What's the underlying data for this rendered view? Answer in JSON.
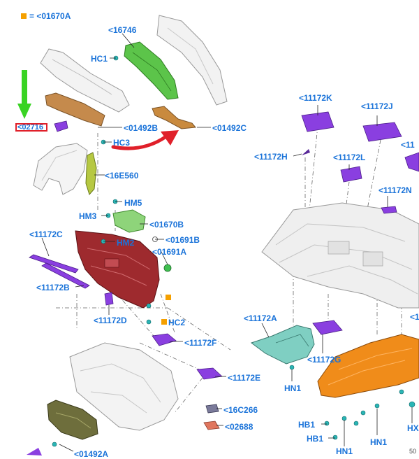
{
  "legend": {
    "color": "#f5a000",
    "text": "= <01670A"
  },
  "highlighted_part": "<02716",
  "accent": {
    "arrow_green": "#39d323",
    "arrow_red": "#e0202a",
    "label_blue": "#1a73d9"
  },
  "labels": {
    "p16746": "<16746",
    "hc1": "HC1",
    "p01492b": "<01492B",
    "p01492c": "<01492C",
    "hc3": "HC3",
    "p16e560": "<16E560",
    "hm5": "HM5",
    "hm3": "HM3",
    "p01670b": "<01670B",
    "p11172c": "<11172C",
    "hm2": "HM2",
    "p01691b": "<01691B",
    "p01691a": "<01691A",
    "p11172b": "<11172B",
    "p11172d": "<11172D",
    "hc2": "HC2",
    "p11172f": "<11172F",
    "p11172e": "<11172E",
    "p16c266": "<16C266",
    "p02688": "<02688",
    "p01492a": "<01492A",
    "p11172k": "<11172K",
    "p11172j": "<11172J",
    "p11_cut": "<11",
    "p11172h": "<11172H",
    "p11172l": "<11172L",
    "p11172n": "<11172N",
    "p11172a": "<11172A",
    "p11172g": "<11172G",
    "hn1_a": "HN1",
    "hn1_b": "HN1",
    "hn1_c": "HN1",
    "hb1_a": "HB1",
    "hb1_b": "HB1",
    "hx": "HX",
    "p1_cut": "<1",
    "page_num": "50"
  }
}
